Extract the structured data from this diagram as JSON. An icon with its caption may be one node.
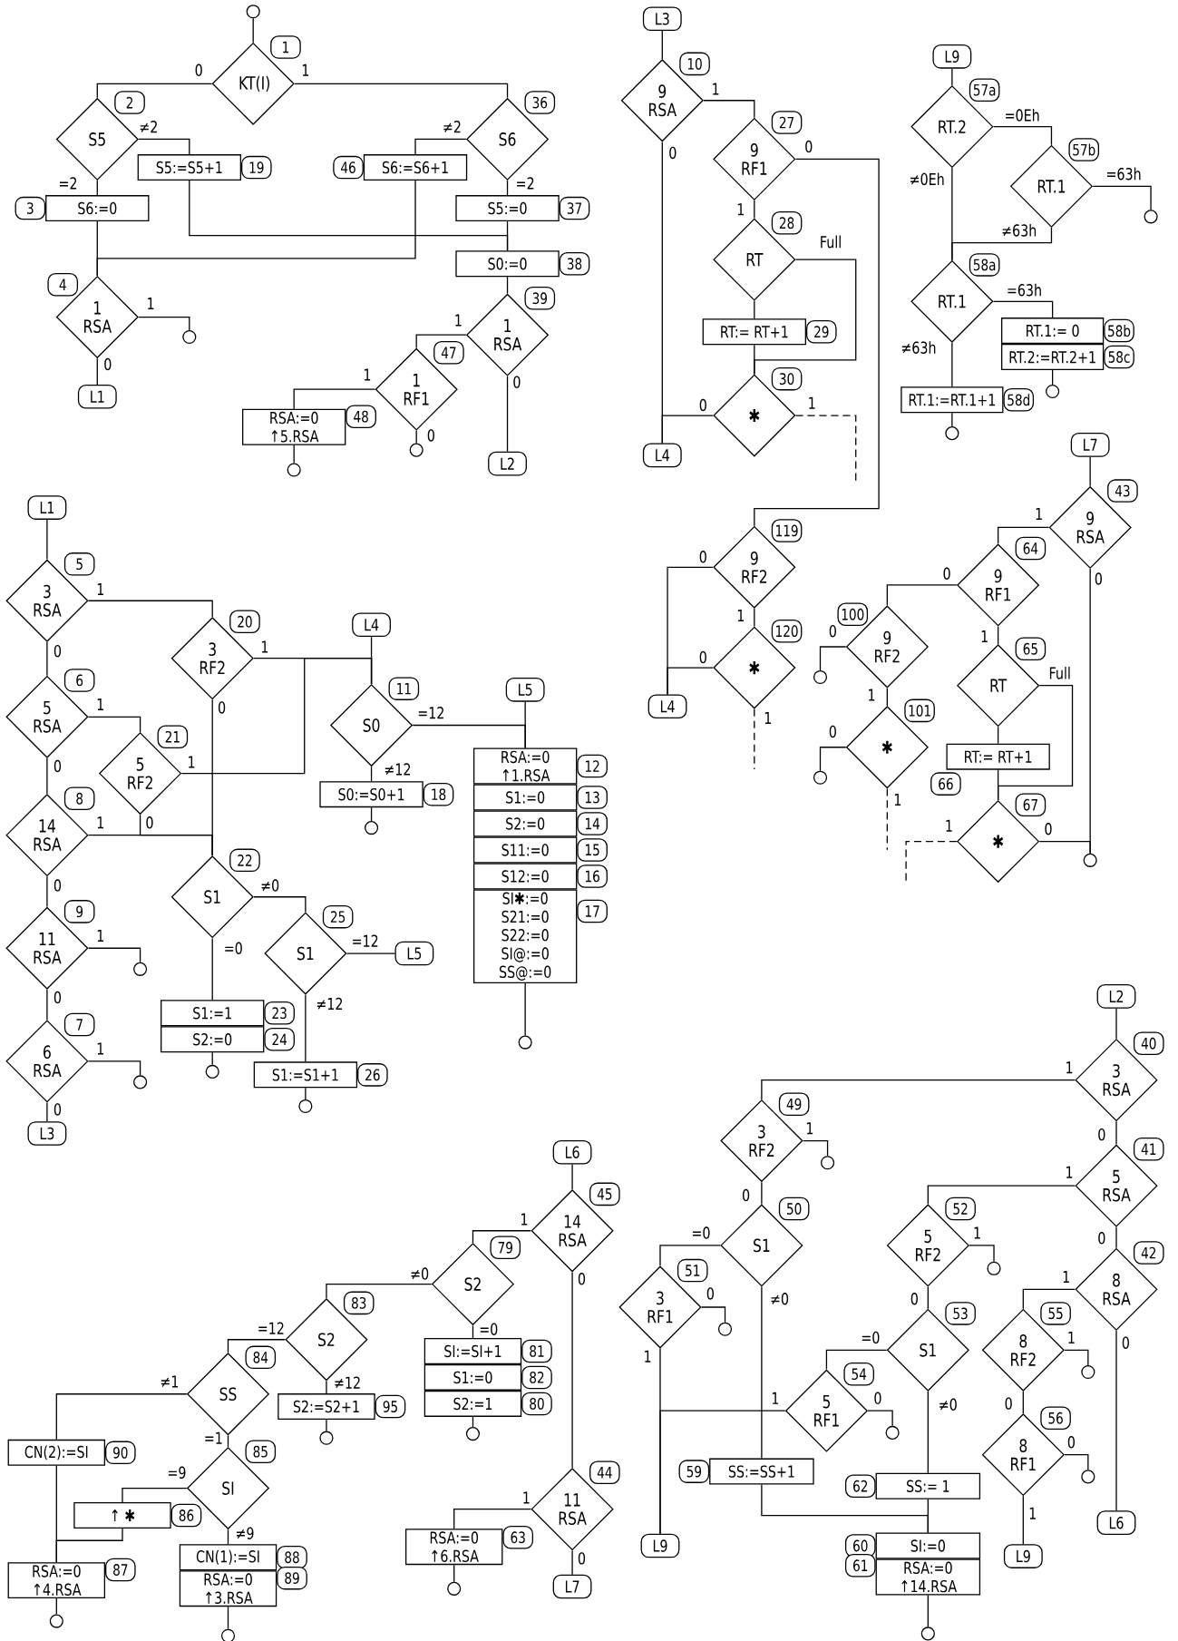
{
  "diagram": {
    "nodes": [
      {
        "text": [],
        "shape": "circle"
      },
      {
        "text": [
          "KT(I)"
        ],
        "beside": [
          "1"
        ]
      },
      {
        "text": [
          "S5"
        ],
        "beside": [
          "2"
        ]
      },
      {
        "text": [
          "S5:=S5+1"
        ],
        "beside": [
          "19"
        ]
      },
      {
        "text": [
          "S6"
        ],
        "beside": [
          "36"
        ]
      },
      {
        "text": [
          "S6:=S6+1"
        ],
        "beside": [
          "46"
        ]
      },
      {
        "text": [
          "S6:=0"
        ],
        "beside": [
          "3"
        ]
      },
      {
        "text": [
          "S5:=0"
        ],
        "beside": [
          "37"
        ]
      },
      {
        "text": [
          "S0:=0"
        ],
        "beside": [
          "38"
        ]
      },
      {
        "text": [
          "1 RSA"
        ],
        "beside": [
          "4"
        ]
      },
      {
        "text": [],
        "shape": "circle"
      },
      {
        "text": [
          "L1"
        ]
      },
      {
        "text": [
          "1 RSA"
        ],
        "beside": [
          "39"
        ]
      },
      {
        "text": [
          "1 RF1"
        ],
        "beside": [
          "47"
        ]
      },
      {
        "text": [
          "RSA:=0 ↑5.RSA"
        ],
        "beside": [
          "48"
        ]
      },
      {
        "text": [],
        "shape": "circle"
      },
      {
        "text": [],
        "shape": "circle"
      },
      {
        "text": [
          "L2"
        ]
      },
      {
        "text": [
          "L3"
        ]
      },
      {
        "text": [
          "9 RSA"
        ],
        "beside": [
          "10"
        ]
      },
      {
        "text": [
          "9 RF1"
        ],
        "beside": [
          "27"
        ]
      },
      {
        "text": [
          "RT"
        ],
        "beside": [
          "28"
        ]
      },
      {
        "text": [
          "RT:= RT+1"
        ],
        "beside": [
          "29"
        ]
      },
      {
        "text": [
          "✱"
        ],
        "beside": [
          "30"
        ]
      },
      {
        "text": [
          "L4"
        ]
      },
      {
        "text": [
          "9 RF2"
        ],
        "beside": [
          "119"
        ]
      },
      {
        "text": [
          "✱"
        ],
        "beside": [
          "120"
        ]
      },
      {
        "text": [
          "L4"
        ]
      },
      {
        "text": [
          "L9"
        ]
      },
      {
        "text": [
          "RT.2"
        ],
        "beside": [
          "57a"
        ]
      },
      {
        "text": [
          "RT.1"
        ],
        "beside": [
          "57b"
        ]
      },
      {
        "text": [],
        "shape": "circle"
      },
      {
        "text": [
          "RT.1"
        ],
        "beside": [
          "58a"
        ]
      },
      {
        "text": [
          "RT.1:= 0"
        ],
        "beside": [
          "58b"
        ]
      },
      {
        "text": [
          "RT.2:=RT.2+1"
        ],
        "beside": [
          "58c"
        ]
      },
      {
        "text": [],
        "shape": "circle"
      },
      {
        "text": [
          "RT.1:=RT.1+1"
        ],
        "beside": [
          "58d"
        ]
      },
      {
        "text": [],
        "shape": "circle"
      },
      {
        "text": [
          "L7"
        ]
      },
      {
        "text": [
          "9 RSA"
        ],
        "beside": [
          "43"
        ]
      },
      {
        "text": [
          "9 RF1"
        ],
        "beside": [
          "64"
        ]
      },
      {
        "text": [
          "9 RF2"
        ],
        "beside": [
          "100"
        ]
      },
      {
        "text": [],
        "shape": "circle"
      },
      {
        "text": [
          "✱"
        ],
        "beside": [
          "101"
        ]
      },
      {
        "text": [],
        "shape": "circle"
      },
      {
        "text": [
          "RT"
        ],
        "beside": [
          "65"
        ]
      },
      {
        "text": [
          "RT:= RT+1"
        ],
        "beside": [
          "66"
        ]
      },
      {
        "text": [
          "✱"
        ],
        "beside": [
          "67"
        ]
      },
      {
        "text": [],
        "shape": "circle"
      },
      {
        "text": [
          "L1"
        ]
      },
      {
        "text": [
          "3 RSA"
        ],
        "beside": [
          "5"
        ]
      },
      {
        "text": [
          "3 RF2"
        ],
        "beside": [
          "20"
        ]
      },
      {
        "text": [
          "5 RSA"
        ],
        "beside": [
          "6"
        ]
      },
      {
        "text": [
          "5 RF2"
        ],
        "beside": [
          "21"
        ]
      },
      {
        "text": [
          "14 RSA"
        ],
        "beside": [
          "8"
        ]
      },
      {
        "text": [
          "L4"
        ]
      },
      {
        "text": [
          "S0"
        ],
        "beside": [
          "11"
        ]
      },
      {
        "text": [
          "L5"
        ]
      },
      {
        "text": [
          "RSA:=0 ↑1.RSA"
        ],
        "beside": [
          "12"
        ]
      },
      {
        "text": [
          "S1:=0"
        ],
        "beside": [
          "13"
        ]
      },
      {
        "text": [
          "S2:=0"
        ],
        "beside": [
          "14"
        ]
      },
      {
        "text": [
          "S11:=0"
        ],
        "beside": [
          "15"
        ]
      },
      {
        "text": [
          "S12:=0"
        ],
        "beside": [
          "16"
        ]
      },
      {
        "text": [
          "SI✱:=0 S21:=0 S22:=0 SI@:=0 SS@:=0"
        ],
        "beside": [
          "17"
        ]
      },
      {
        "text": [],
        "shape": "circle"
      },
      {
        "text": [
          "S0:=S0+1"
        ],
        "beside": [
          "18"
        ]
      },
      {
        "text": [],
        "shape": "circle"
      },
      {
        "text": [
          "11 RSA"
        ],
        "beside": [
          "9"
        ]
      },
      {
        "text": [],
        "shape": "circle"
      },
      {
        "text": [
          "6 RSA"
        ],
        "beside": [
          "7"
        ]
      },
      {
        "text": [],
        "shape": "circle"
      },
      {
        "text": [
          "L3"
        ]
      },
      {
        "text": [
          "S1"
        ],
        "beside": [
          "22"
        ]
      },
      {
        "text": [
          "S1"
        ],
        "beside": [
          "25"
        ]
      },
      {
        "text": [
          "L5"
        ]
      },
      {
        "text": [
          "S1:=1"
        ],
        "beside": [
          "23"
        ]
      },
      {
        "text": [
          "S2:=0"
        ],
        "beside": [
          "24"
        ]
      },
      {
        "text": [],
        "shape": "circle"
      },
      {
        "text": [
          "S1:=S1+1"
        ],
        "beside": [
          "26"
        ]
      },
      {
        "text": [],
        "shape": "circle"
      },
      {
        "text": [
          "L6"
        ]
      },
      {
        "text": [
          "14 RSA"
        ],
        "beside": [
          "45"
        ]
      },
      {
        "text": [
          "S2"
        ],
        "beside": [
          "79"
        ]
      },
      {
        "text": [
          "SI:=SI+1"
        ],
        "beside": [
          "81"
        ]
      },
      {
        "text": [
          "S1:=0"
        ],
        "beside": [
          "82"
        ]
      },
      {
        "text": [
          "S2:=1"
        ],
        "beside": [
          "80"
        ]
      },
      {
        "text": [],
        "shape": "circle"
      },
      {
        "text": [
          "S2"
        ],
        "beside": [
          "83"
        ]
      },
      {
        "text": [
          "S2:=S2+1"
        ],
        "beside": [
          "95"
        ]
      },
      {
        "text": [],
        "shape": "circle"
      },
      {
        "text": [
          "SS"
        ],
        "beside": [
          "84"
        ]
      },
      {
        "text": [
          "CN(2):=SI"
        ],
        "beside": [
          "90"
        ]
      },
      {
        "text": [
          "SI"
        ],
        "beside": [
          "85"
        ]
      },
      {
        "text": [
          "↑ ✱"
        ],
        "beside": [
          "86"
        ]
      },
      {
        "text": [
          "RSA:=0 ↑4.RSA"
        ],
        "beside": [
          "87"
        ]
      },
      {
        "text": [],
        "shape": "circle"
      },
      {
        "text": [
          "CN(1):=SI"
        ],
        "beside": [
          "88"
        ]
      },
      {
        "text": [
          "RSA:=0 ↑3.RSA"
        ],
        "beside": [
          "89"
        ]
      },
      {
        "text": [],
        "shape": "circle"
      },
      {
        "text": [
          "11 RSA"
        ],
        "beside": [
          "44"
        ]
      },
      {
        "text": [
          "RSA:=0 ↑6.RSA"
        ],
        "beside": [
          "63"
        ]
      },
      {
        "text": [],
        "shape": "circle"
      },
      {
        "text": [
          "L7"
        ]
      },
      {
        "text": [
          "L2"
        ]
      },
      {
        "text": [
          "3 RSA"
        ],
        "beside": [
          "40"
        ]
      },
      {
        "text": [
          "3 RF2"
        ],
        "beside": [
          "49"
        ]
      },
      {
        "text": [],
        "shape": "circle"
      },
      {
        "text": [
          "S1"
        ],
        "beside": [
          "50"
        ]
      },
      {
        "text": [
          "3 RF1"
        ],
        "beside": [
          "51"
        ]
      },
      {
        "text": [],
        "shape": "circle"
      },
      {
        "text": [
          "L9"
        ]
      },
      {
        "text": [
          "SS:=SS+1"
        ],
        "beside": [
          "59"
        ]
      },
      {
        "text": [
          "5 RSA"
        ],
        "beside": [
          "41"
        ]
      },
      {
        "text": [
          "5 RF2"
        ],
        "beside": [
          "52"
        ]
      },
      {
        "text": [],
        "shape": "circle"
      },
      {
        "text": [
          "S1"
        ],
        "beside": [
          "53"
        ]
      },
      {
        "text": [
          "5 RF1"
        ],
        "beside": [
          "54"
        ]
      },
      {
        "text": [],
        "shape": "circle"
      },
      {
        "text": [
          "SS:= 1"
        ],
        "beside": [
          "62"
        ]
      },
      {
        "text": [
          "SI:=0"
        ],
        "beside": [
          "60"
        ]
      },
      {
        "text": [
          "RSA:=0 ↑14.RSA"
        ],
        "beside": [
          "61"
        ]
      },
      {
        "text": [],
        "shape": "circle"
      },
      {
        "text": [
          "8 RSA"
        ],
        "beside": [
          "42"
        ]
      },
      {
        "text": [
          "8 RF2"
        ],
        "beside": [
          "55"
        ]
      },
      {
        "text": [],
        "shape": "circle"
      },
      {
        "text": [
          "8 RF1"
        ],
        "beside": [
          "56"
        ]
      },
      {
        "text": [],
        "shape": "circle"
      },
      {
        "text": [
          "L9"
        ]
      },
      {
        "text": [
          "L6"
        ]
      }
    ],
    "edges": [
      {
        "from": 0,
        "to": 1,
        "arrow": "none"
      },
      {
        "from": 1,
        "to": 2,
        "arrow": "none",
        "label": "0"
      },
      {
        "from": 1,
        "to": 4,
        "arrow": "none",
        "label": "1"
      },
      {
        "from": 2,
        "to": 3,
        "arrow": "none",
        "label": "≠2"
      },
      {
        "from": 2,
        "to": 6,
        "arrow": "none",
        "label": "=2"
      },
      {
        "from": 4,
        "to": 5,
        "arrow": "none",
        "label": "≠2"
      },
      {
        "from": 4,
        "to": 7,
        "arrow": "none",
        "label": "=2"
      },
      {
        "from": 3,
        "to": 8,
        "arrow": "none"
      },
      {
        "from": 5,
        "to": 9,
        "arrow": "none"
      },
      {
        "from": 6,
        "to": 9,
        "arrow": "none"
      },
      {
        "from": 7,
        "to": 8,
        "arrow": "none"
      },
      {
        "from": 8,
        "to": 12,
        "arrow": "none"
      },
      {
        "from": 9,
        "to": 10,
        "arrow": "none",
        "label": "1"
      },
      {
        "from": 9,
        "to": 11,
        "arrow": "none",
        "label": "0"
      },
      {
        "from": 12,
        "to": 13,
        "arrow": "none",
        "label": "1"
      },
      {
        "from": 12,
        "to": 17,
        "arrow": "none",
        "label": "0"
      },
      {
        "from": 13,
        "to": 14,
        "arrow": "none",
        "label": "1"
      },
      {
        "from": 13,
        "to": 16,
        "arrow": "none",
        "label": "0"
      },
      {
        "from": 14,
        "to": 15,
        "arrow": "none"
      },
      {
        "from": 18,
        "to": 19,
        "arrow": "none"
      },
      {
        "from": 19,
        "to": 20,
        "arrow": "none",
        "label": "1"
      },
      {
        "from": 19,
        "to": 24,
        "arrow": "none",
        "label": "0"
      },
      {
        "from": 20,
        "to": 25,
        "arrow": "none",
        "label": "0"
      },
      {
        "from": 20,
        "to": 21,
        "arrow": "none",
        "label": "1"
      },
      {
        "from": 21,
        "to": 23,
        "arrow": "none",
        "label": "Full"
      },
      {
        "from": 21,
        "to": 22,
        "arrow": "none"
      },
      {
        "from": 22,
        "to": 23,
        "arrow": "none"
      },
      {
        "from": 23,
        "to": 24,
        "arrow": "none",
        "label": "0"
      },
      {
        "from": 23,
        "to": null,
        "arrow": "none",
        "label": "1",
        "style": "dashed"
      },
      {
        "from": 25,
        "to": 27,
        "arrow": "none",
        "label": "0"
      },
      {
        "from": 25,
        "to": 26,
        "arrow": "none",
        "label": "1"
      },
      {
        "from": 26,
        "to": 27,
        "arrow": "none",
        "label": "0"
      },
      {
        "from": 26,
        "to": null,
        "arrow": "none",
        "label": "1",
        "style": "dashed"
      },
      {
        "from": 28,
        "to": 29,
        "arrow": "none"
      },
      {
        "from": 29,
        "to": 30,
        "arrow": "none",
        "label": "=0Eh"
      },
      {
        "from": 29,
        "to": 32,
        "arrow": "none",
        "label": "≠0Eh"
      },
      {
        "from": 30,
        "to": 31,
        "arrow": "none",
        "label": "=63h"
      },
      {
        "from": 30,
        "to": 32,
        "arrow": "none",
        "label": "≠63h"
      },
      {
        "from": 32,
        "to": 33,
        "arrow": "none",
        "label": "=63h"
      },
      {
        "from": 32,
        "to": 36,
        "arrow": "none",
        "label": "≠63h"
      },
      {
        "from": 34,
        "to": 35,
        "arrow": "none"
      },
      {
        "from": 36,
        "to": 37,
        "arrow": "none"
      },
      {
        "from": 38,
        "to": 39,
        "arrow": "none"
      },
      {
        "from": 39,
        "to": 40,
        "arrow": "none",
        "label": "1"
      },
      {
        "from": 39,
        "to": 48,
        "arrow": "none",
        "label": "0"
      },
      {
        "from": 40,
        "to": 41,
        "arrow": "none",
        "label": "0"
      },
      {
        "from": 40,
        "to": 45,
        "arrow": "none",
        "label": "1"
      },
      {
        "from": 41,
        "to": 42,
        "arrow": "none",
        "label": "0"
      },
      {
        "from": 41,
        "to": 43,
        "arrow": "none",
        "label": "1"
      },
      {
        "from": 43,
        "to": 44,
        "arrow": "none",
        "label": "0"
      },
      {
        "from": 43,
        "to": null,
        "arrow": "none",
        "label": "1",
        "style": "dashed"
      },
      {
        "from": 45,
        "to": 47,
        "arrow": "none",
        "label": "Full"
      },
      {
        "from": 45,
        "to": 46,
        "arrow": "none"
      },
      {
        "from": 46,
        "to": 47,
        "arrow": "none"
      },
      {
        "from": 47,
        "to": 48,
        "arrow": "none",
        "label": "0"
      },
      {
        "from": 47,
        "to": null,
        "arrow": "none",
        "label": "1",
        "style": "dashed"
      },
      {
        "from": 49,
        "to": 50,
        "arrow": "none"
      },
      {
        "from": 50,
        "to": 51,
        "arrow": "none",
        "label": "1"
      },
      {
        "from": 50,
        "to": 52,
        "arrow": "none",
        "label": "0"
      },
      {
        "from": 51,
        "to": 56,
        "arrow": "none",
        "label": "1"
      },
      {
        "from": 51,
        "to": 72,
        "arrow": "none",
        "label": "0"
      },
      {
        "from": 52,
        "to": 53,
        "arrow": "none",
        "label": "1"
      },
      {
        "from": 52,
        "to": 54,
        "arrow": "none",
        "label": "0"
      },
      {
        "from": 53,
        "to": 56,
        "arrow": "none",
        "label": "1"
      },
      {
        "from": 53,
        "to": 72,
        "arrow": "none",
        "label": "0"
      },
      {
        "from": 54,
        "to": 72,
        "arrow": "none",
        "label": "1"
      },
      {
        "from": 54,
        "to": 67,
        "arrow": "none",
        "label": "0"
      },
      {
        "from": 55,
        "to": 56,
        "arrow": "none"
      },
      {
        "from": 56,
        "to": 58,
        "arrow": "none",
        "label": "=12"
      },
      {
        "from": 57,
        "to": 58,
        "arrow": "none"
      },
      {
        "from": 56,
        "to": 65,
        "arrow": "none",
        "label": "≠12"
      },
      {
        "from": 63,
        "to": 64,
        "arrow": "none"
      },
      {
        "from": 65,
        "to": 66,
        "arrow": "none"
      },
      {
        "from": 67,
        "to": 68,
        "arrow": "none",
        "label": "1"
      },
      {
        "from": 67,
        "to": 69,
        "arrow": "none",
        "label": "0"
      },
      {
        "from": 69,
        "to": 70,
        "arrow": "none",
        "label": "1"
      },
      {
        "from": 69,
        "to": 71,
        "arrow": "none",
        "label": "0"
      },
      {
        "from": 72,
        "to": 73,
        "arrow": "none",
        "label": "≠0"
      },
      {
        "from": 72,
        "to": 75,
        "arrow": "none",
        "label": "=0"
      },
      {
        "from": 73,
        "to": 74,
        "arrow": "none",
        "label": "=12"
      },
      {
        "from": 73,
        "to": 78,
        "arrow": "none",
        "label": "≠12"
      },
      {
        "from": 76,
        "to": 77,
        "arrow": "none"
      },
      {
        "from": 78,
        "to": 79,
        "arrow": "none"
      },
      {
        "from": 80,
        "to": 81,
        "arrow": "none"
      },
      {
        "from": 81,
        "to": 82,
        "arrow": "none",
        "label": "1"
      },
      {
        "from": 81,
        "to": 99,
        "arrow": "none",
        "label": "0"
      },
      {
        "from": 82,
        "to": 83,
        "arrow": "none",
        "label": "=0"
      },
      {
        "from": 82,
        "to": 87,
        "arrow": "none",
        "label": "≠0"
      },
      {
        "from": 85,
        "to": 86,
        "arrow": "none"
      },
      {
        "from": 87,
        "to": 88,
        "arrow": "none",
        "label": "≠12"
      },
      {
        "from": 87,
        "to": 90,
        "arrow": "none",
        "label": "=12"
      },
      {
        "from": 88,
        "to": 89,
        "arrow": "none"
      },
      {
        "from": 90,
        "to": 91,
        "arrow": "none",
        "label": "≠1"
      },
      {
        "from": 90,
        "to": 92,
        "arrow": "none",
        "label": "=1"
      },
      {
        "from": 91,
        "to": 94,
        "arrow": "none"
      },
      {
        "from": 92,
        "to": 93,
        "arrow": "none",
        "label": "=9"
      },
      {
        "from": 92,
        "to": 96,
        "arrow": "none",
        "label": "≠9"
      },
      {
        "from": 93,
        "to": 94,
        "arrow": "none"
      },
      {
        "from": 94,
        "to": 95,
        "arrow": "none"
      },
      {
        "from": 97,
        "to": 98,
        "arrow": "none"
      },
      {
        "from": 99,
        "to": 100,
        "arrow": "none",
        "label": "1"
      },
      {
        "from": 99,
        "to": 102,
        "arrow": "none",
        "label": "0"
      },
      {
        "from": 100,
        "to": 101,
        "arrow": "none"
      },
      {
        "from": 103,
        "to": 104,
        "arrow": "none"
      },
      {
        "from": 104,
        "to": 105,
        "arrow": "none",
        "label": "1"
      },
      {
        "from": 104,
        "to": 112,
        "arrow": "none",
        "label": "0"
      },
      {
        "from": 105,
        "to": 106,
        "arrow": "none",
        "label": "1"
      },
      {
        "from": 105,
        "to": 107,
        "arrow": "none",
        "label": "0"
      },
      {
        "from": 107,
        "to": 108,
        "arrow": "none",
        "label": "=0"
      },
      {
        "from": 107,
        "to": 111,
        "arrow": "none",
        "label": "≠0"
      },
      {
        "from": 108,
        "to": 109,
        "arrow": "none",
        "label": "0"
      },
      {
        "from": 108,
        "to": 110,
        "arrow": "none",
        "label": "1"
      },
      {
        "from": 111,
        "to": 119,
        "arrow": "none"
      },
      {
        "from": 112,
        "to": 113,
        "arrow": "none",
        "label": "1"
      },
      {
        "from": 112,
        "to": 122,
        "arrow": "none",
        "label": "0"
      },
      {
        "from": 113,
        "to": 114,
        "arrow": "none",
        "label": "1"
      },
      {
        "from": 113,
        "to": 115,
        "arrow": "none",
        "label": "0"
      },
      {
        "from": 115,
        "to": 116,
        "arrow": "none",
        "label": "=0"
      },
      {
        "from": 115,
        "to": 118,
        "arrow": "none",
        "label": "≠0"
      },
      {
        "from": 116,
        "to": 117,
        "arrow": "none",
        "label": "0"
      },
      {
        "from": 116,
        "to": 110,
        "arrow": "none",
        "label": "1"
      },
      {
        "from": 118,
        "to": 119,
        "arrow": "none"
      },
      {
        "from": 120,
        "to": 121,
        "arrow": "none"
      },
      {
        "from": 122,
        "to": 123,
        "arrow": "none",
        "label": "1"
      },
      {
        "from": 122,
        "to": 128,
        "arrow": "none",
        "label": "0"
      },
      {
        "from": 123,
        "to": 124,
        "arrow": "none",
        "label": "1"
      },
      {
        "from": 123,
        "to": 125,
        "arrow": "none",
        "label": "0"
      },
      {
        "from": 125,
        "to": 126,
        "arrow": "none",
        "label": "0"
      },
      {
        "from": 125,
        "to": 127,
        "arrow": "none",
        "label": "1"
      }
    ]
  }
}
